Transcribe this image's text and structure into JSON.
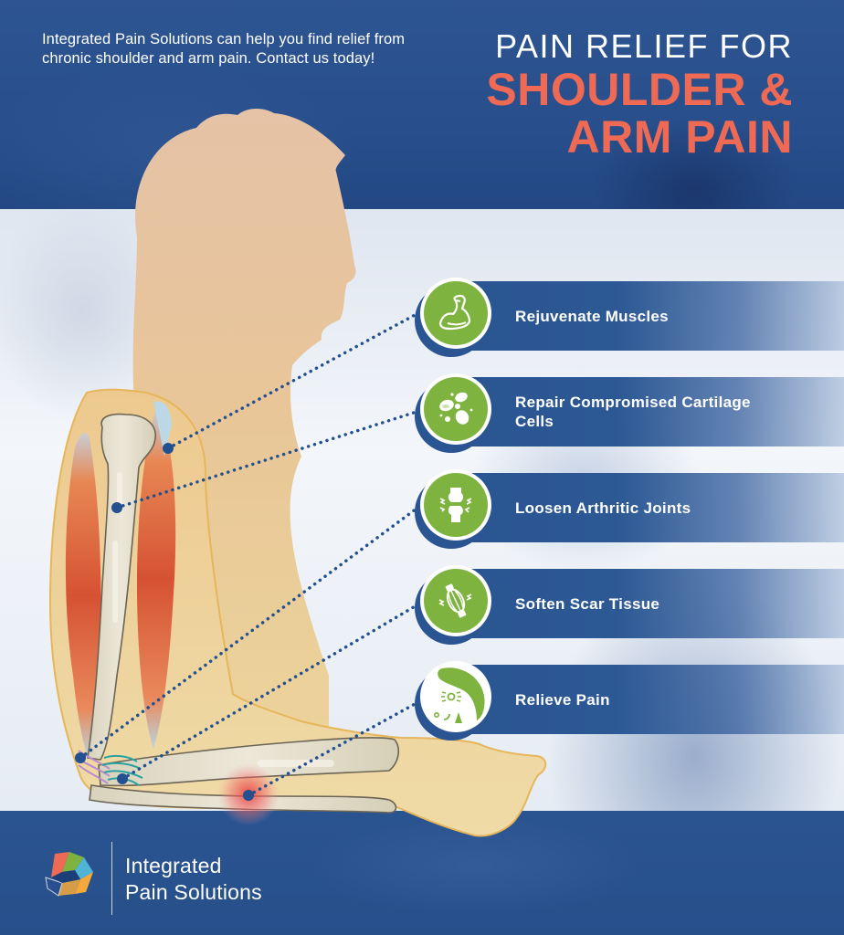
{
  "header": {
    "intro": "Integrated Pain Solutions can help you find relief from chronic shoulder and arm pain. Contact us today!",
    "title_line1": "PAIN RELIEF FOR",
    "title_line2": "SHOULDER &",
    "title_line3": "ARM PAIN"
  },
  "features": [
    {
      "label": "Rejuvenate Muscles",
      "icon": "flexed-bicep-icon"
    },
    {
      "label": "Repair Compromised Cartilage Cells",
      "icon": "cells-icon"
    },
    {
      "label": "Loosen Arthritic Joints",
      "icon": "knee-joint-icon"
    },
    {
      "label": "Soften Scar Tissue",
      "icon": "muscle-fiber-icon"
    },
    {
      "label": "Relieve Pain",
      "icon": "head-pain-icon"
    }
  ],
  "footer": {
    "brand_line1": "Integrated",
    "brand_line2": "Pain Solutions"
  },
  "colors": {
    "brand_blue": "#2a5592",
    "accent_coral": "#ef6a54",
    "icon_green": "#7fb33f",
    "skin": "#e6c59e",
    "muscle_red": "#d9573a",
    "bone": "#e4ddc9",
    "pain_red": "#e8393a"
  }
}
